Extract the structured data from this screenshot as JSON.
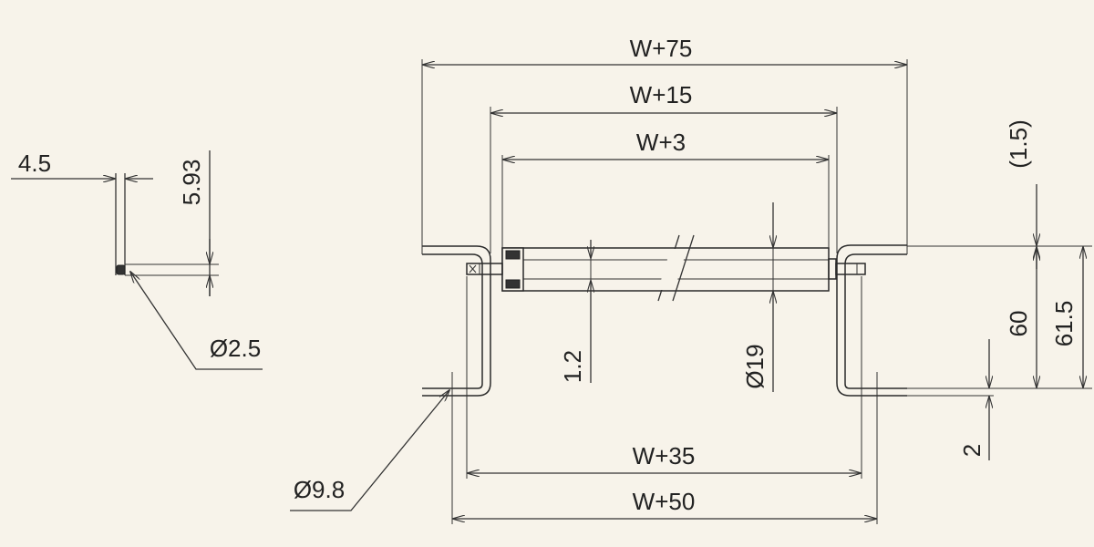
{
  "dimensions": {
    "w75": "W+75",
    "w15": "W+15",
    "w3": "W+3",
    "w35": "W+35",
    "w50": "W+50",
    "d19": "Ø19",
    "d25": "Ø2.5",
    "d98": "Ø9.8",
    "t12": "1.2",
    "h15": "(1.5)",
    "h60": "60",
    "h615": "61.5",
    "h2": "2",
    "s45": "4.5",
    "s593": "5.93"
  },
  "colors": {
    "background": "#f7f3ea",
    "line": "#333333"
  }
}
